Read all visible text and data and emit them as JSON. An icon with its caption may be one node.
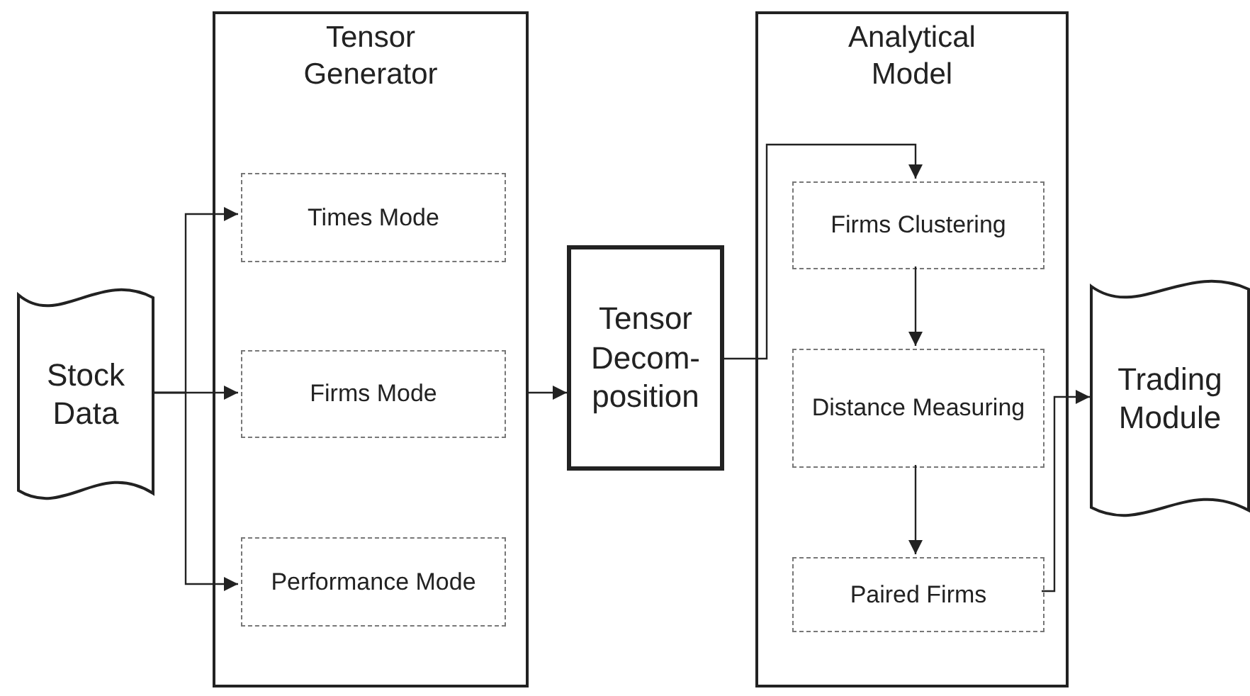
{
  "diagram": {
    "nodes": [
      {
        "text": [
          "Stock Data"
        ]
      },
      {
        "text": [
          "Tensor Generator"
        ]
      },
      {
        "text": [
          "Times Mode"
        ],
        "in": 1
      },
      {
        "text": [
          "Firms Mode"
        ],
        "in": 1
      },
      {
        "text": [
          "Performance Mode"
        ],
        "in": 1
      },
      {
        "text": [
          "Tensor Decom- position"
        ]
      },
      {
        "text": [
          "Analytical Model"
        ]
      },
      {
        "text": [
          "Firms Clustering"
        ],
        "in": 6
      },
      {
        "text": [
          "Distance Measuring"
        ],
        "in": 6
      },
      {
        "text": [
          "Paired Firms"
        ],
        "in": 6
      },
      {
        "text": [
          "Trading Module"
        ]
      }
    ],
    "edges": [
      {
        "from": 0,
        "to": 2,
        "arrow": "to"
      },
      {
        "from": 0,
        "to": 3,
        "arrow": "to"
      },
      {
        "from": 0,
        "to": 4,
        "arrow": "to"
      },
      {
        "from": 1,
        "to": 5,
        "arrow": "to"
      },
      {
        "from": 5,
        "to": 7,
        "arrow": "to"
      },
      {
        "from": 7,
        "to": 8,
        "arrow": "to"
      },
      {
        "from": 8,
        "to": 9,
        "arrow": "to"
      },
      {
        "from": 9,
        "to": 10,
        "arrow": "to"
      }
    ]
  }
}
